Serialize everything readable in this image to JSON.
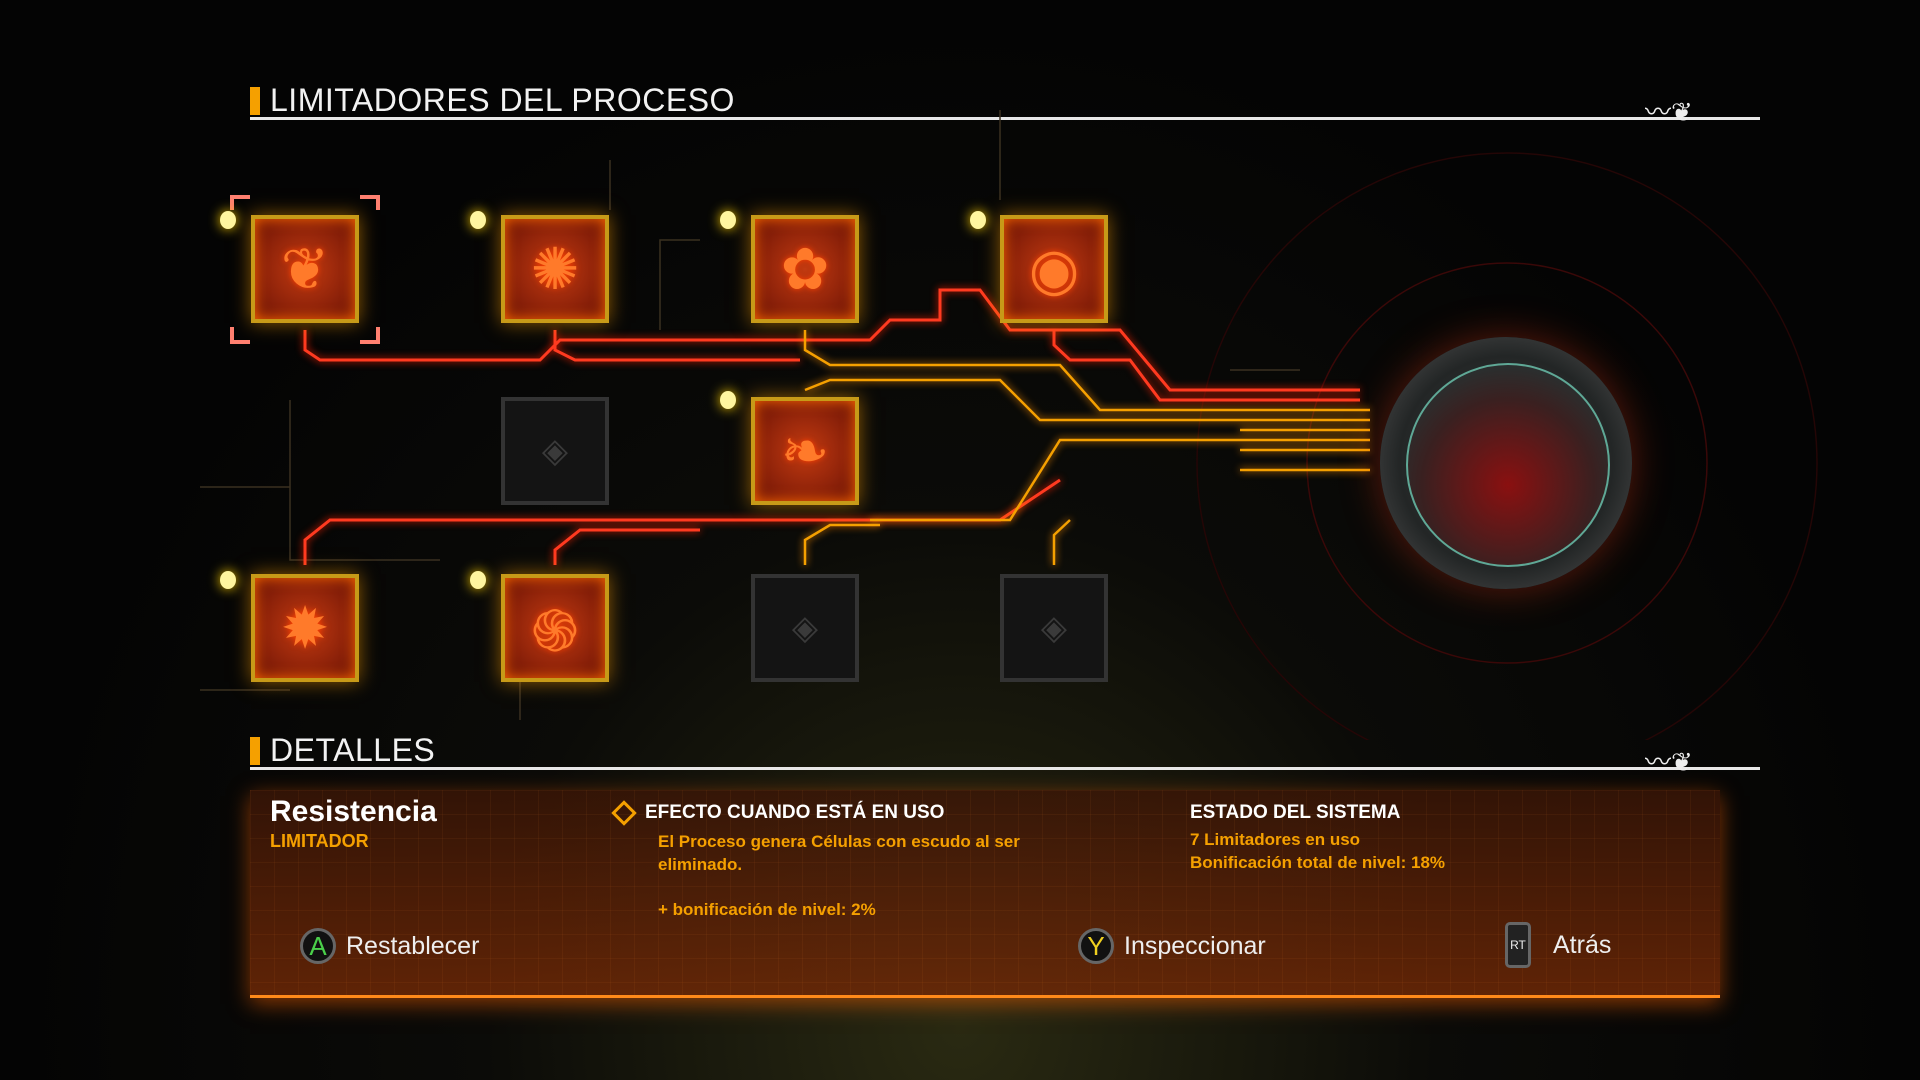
{
  "header": {
    "title": "LIMITADORES DEL PROCESO"
  },
  "tree": {
    "nodes": [
      {
        "id": "n1",
        "state": "active",
        "selected": true,
        "glyph": "leaf-icon"
      },
      {
        "id": "n2",
        "state": "active",
        "glyph": "creature-icon"
      },
      {
        "id": "n3",
        "state": "active",
        "glyph": "pattern-icon"
      },
      {
        "id": "n4",
        "state": "active",
        "glyph": "eye-icon"
      },
      {
        "id": "n5",
        "state": "locked",
        "glyph": "chip-icon"
      },
      {
        "id": "n6",
        "state": "active",
        "glyph": "bird-icon"
      },
      {
        "id": "n7",
        "state": "active",
        "glyph": "beast-icon"
      },
      {
        "id": "n8",
        "state": "active",
        "glyph": "spiral-icon"
      },
      {
        "id": "n9",
        "state": "locked",
        "glyph": "chip-icon"
      },
      {
        "id": "n10",
        "state": "locked",
        "glyph": "chip-icon"
      }
    ],
    "colors": {
      "trace": "#ff3a20",
      "trace_gold": "#f5a000",
      "accent": "#f5a000"
    }
  },
  "details": {
    "title": "DETALLES",
    "name": "Resistencia",
    "type": "LIMITADOR",
    "effect_heading": "EFECTO CUANDO ESTÁ EN USO",
    "effect_text": "El Proceso genera Células con escudo al ser eliminado.",
    "effect_bonus": "+ bonificación de nivel: 2%",
    "status_heading": "ESTADO DEL SISTEMA",
    "status_in_use": "7 Limitadores en uso",
    "status_bonus": "Bonificación total de nivel: 18%"
  },
  "buttons": [
    {
      "key": "A",
      "label": "Restablecer"
    },
    {
      "key": "Y",
      "label": "Inspeccionar"
    },
    {
      "key": "RT",
      "label": "Atrás"
    }
  ]
}
